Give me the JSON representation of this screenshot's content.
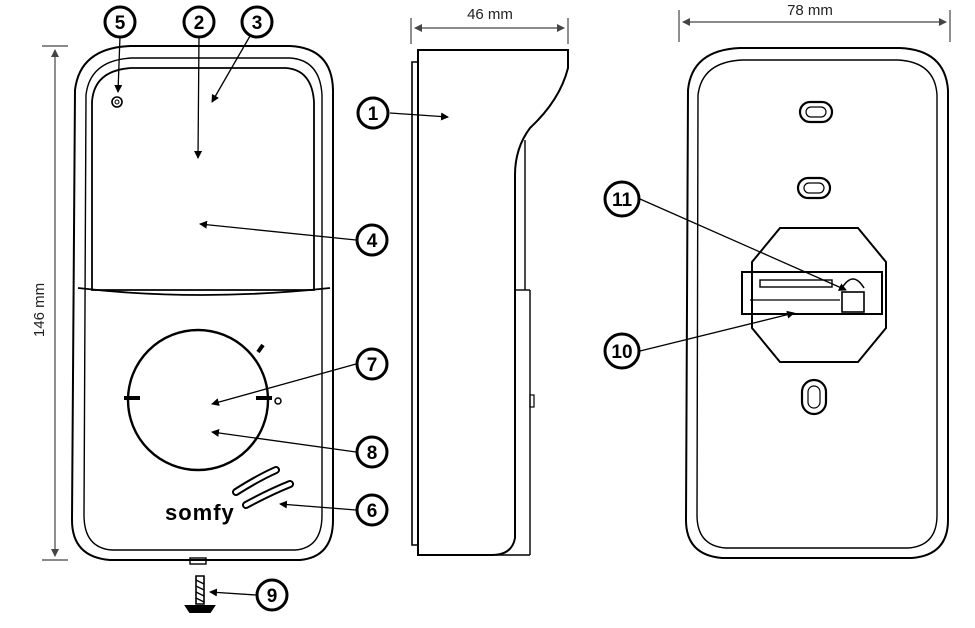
{
  "dimensions": {
    "height": "146 mm",
    "depth": "46 mm",
    "width": "78 mm"
  },
  "brand_logo": "somfy",
  "callouts": [
    {
      "id": "1"
    },
    {
      "id": "2"
    },
    {
      "id": "3"
    },
    {
      "id": "4"
    },
    {
      "id": "5"
    },
    {
      "id": "6"
    },
    {
      "id": "7"
    },
    {
      "id": "8"
    },
    {
      "id": "9"
    },
    {
      "id": "10"
    },
    {
      "id": "11"
    }
  ]
}
